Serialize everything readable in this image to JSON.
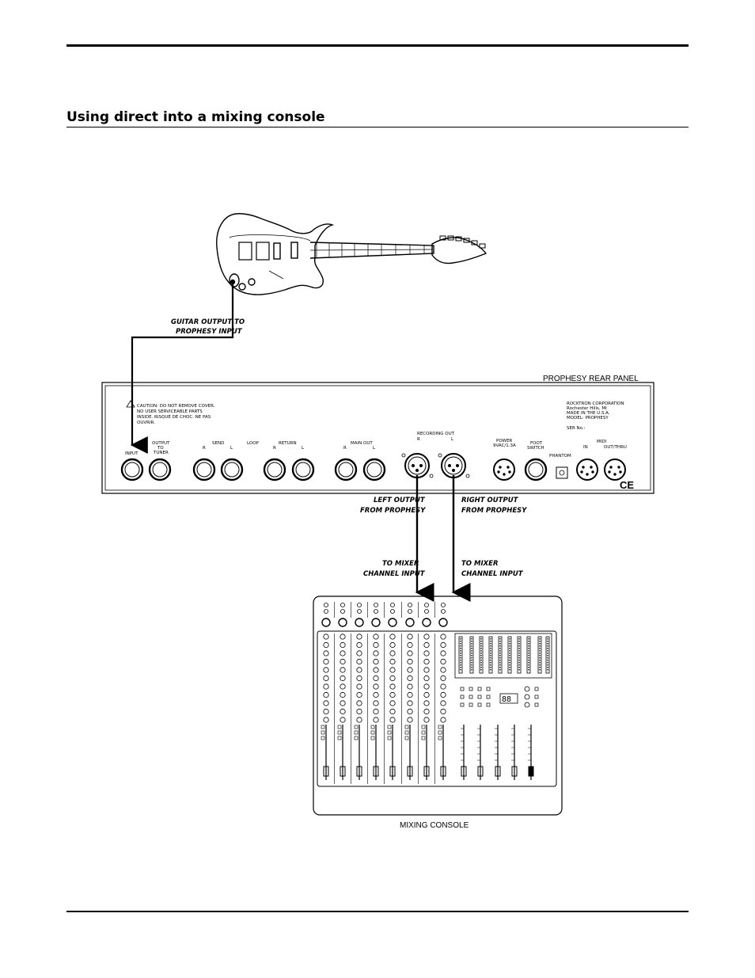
{
  "page": {
    "section_title": "Using direct into a mixing console"
  },
  "callouts": {
    "guitar_output": [
      "GUITAR OUTPUT TO",
      "PROPHESY INPUT"
    ],
    "left_output": [
      "LEFT OUTPUT",
      "FROM PROPHESY"
    ],
    "right_output": [
      "RIGHT OUTPUT",
      "FROM PROPHESY"
    ],
    "to_mixer_left": [
      "TO MIXER",
      "CHANNEL INPUT"
    ],
    "to_mixer_right": [
      "TO MIXER",
      "CHANNEL INPUT"
    ]
  },
  "rear_panel": {
    "title": "PROPHESY REAR PANEL",
    "caution": [
      "CAUTION: DO NOT REMOVE COVER.",
      "NO USER SERVICEABLE PARTS",
      "INSIDE. RISQUE DE CHOC. NE PAS",
      "OUVRIR."
    ],
    "maker": [
      "ROCKTRON CORPORATION",
      "Rochester Hills, MI",
      "MADE IN THE U.S.A.",
      "MODEL: PROPHESY"
    ],
    "serial": "SER No.:",
    "labels": {
      "input": "INPUT",
      "output_to_tuner": [
        "OUTPUT",
        "TO",
        "TUNER"
      ],
      "send": "SEND",
      "loop": "LOOP",
      "return": "RETURN",
      "main_out": "MAIN OUT",
      "recording_out": "RECORDING OUT",
      "r": "R",
      "l": "L",
      "power": [
        "POWER",
        "9VAC/1.3A"
      ],
      "foot_switch": [
        "FOOT",
        "SWITCH"
      ],
      "phantom": "PHANTOM",
      "midi": "MIDI",
      "midi_in": "IN",
      "midi_out": "OUT/THRU",
      "ce": "CE"
    }
  },
  "mixer": {
    "caption": "MIXING CONSOLE",
    "display": "88"
  }
}
